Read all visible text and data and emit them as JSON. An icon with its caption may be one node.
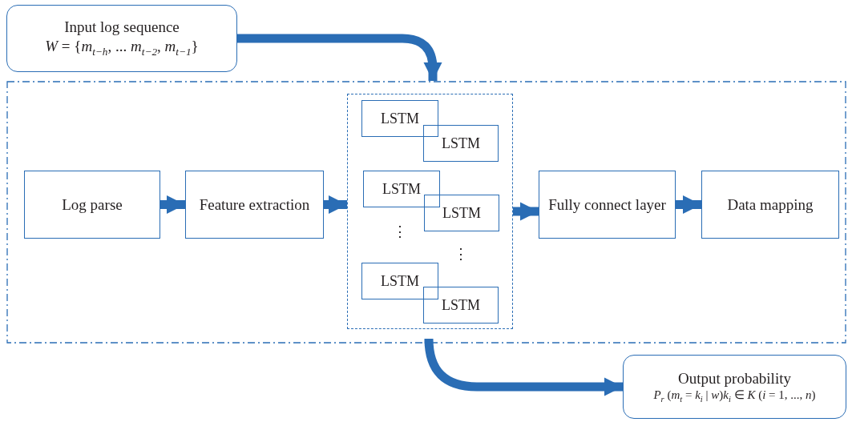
{
  "diagram": {
    "nodes": [
      {
        "text": [
          "Input log sequence",
          "*W* = {*m*$_{t−h}$, ... *m*$_{t−2}$, *m*$_{t−1}$}"
        ]
      },
      {
        "text": [],
        "shape": "box"
      },
      {
        "text": [
          "Log parse"
        ],
        "in": 1
      },
      {
        "text": [
          "Feature extraction"
        ],
        "in": 1
      },
      {
        "text": [],
        "shape": "box",
        "in": 1
      },
      {
        "text": [
          "LSTM"
        ],
        "in": 4
      },
      {
        "text": [
          "LSTM"
        ],
        "in": 4
      },
      {
        "text": [
          "LSTM"
        ],
        "in": 4
      },
      {
        "text": [
          "LSTM"
        ],
        "in": 4
      },
      {
        "text": [
          "LSTM"
        ],
        "in": 4
      },
      {
        "text": [
          "LSTM"
        ],
        "in": 4
      },
      {
        "text": [
          "Fully connect layer"
        ],
        "in": 1
      },
      {
        "text": [
          "Data mapping"
        ],
        "in": 1
      },
      {
        "text": [
          "Output probability",
          "*P*$_{r}$ (*m*$_{t}$ = *k*$_{i}$ | *w*)*k*$_{i}$ ∈ *K* (*i* = 1, ..., *n*)"
        ]
      }
    ],
    "edges": [
      {
        "from": 0,
        "to": 1,
        "arrow": "to"
      },
      {
        "from": 2,
        "to": 3,
        "arrow": "to"
      },
      {
        "from": 3,
        "to": 4,
        "arrow": "to"
      },
      {
        "from": 4,
        "to": 11,
        "arrow": "to"
      },
      {
        "from": 11,
        "to": 12,
        "arrow": "to"
      },
      {
        "from": 1,
        "to": 13,
        "arrow": "to"
      }
    ],
    "labels": [
      "⋮",
      "⋮"
    ]
  }
}
